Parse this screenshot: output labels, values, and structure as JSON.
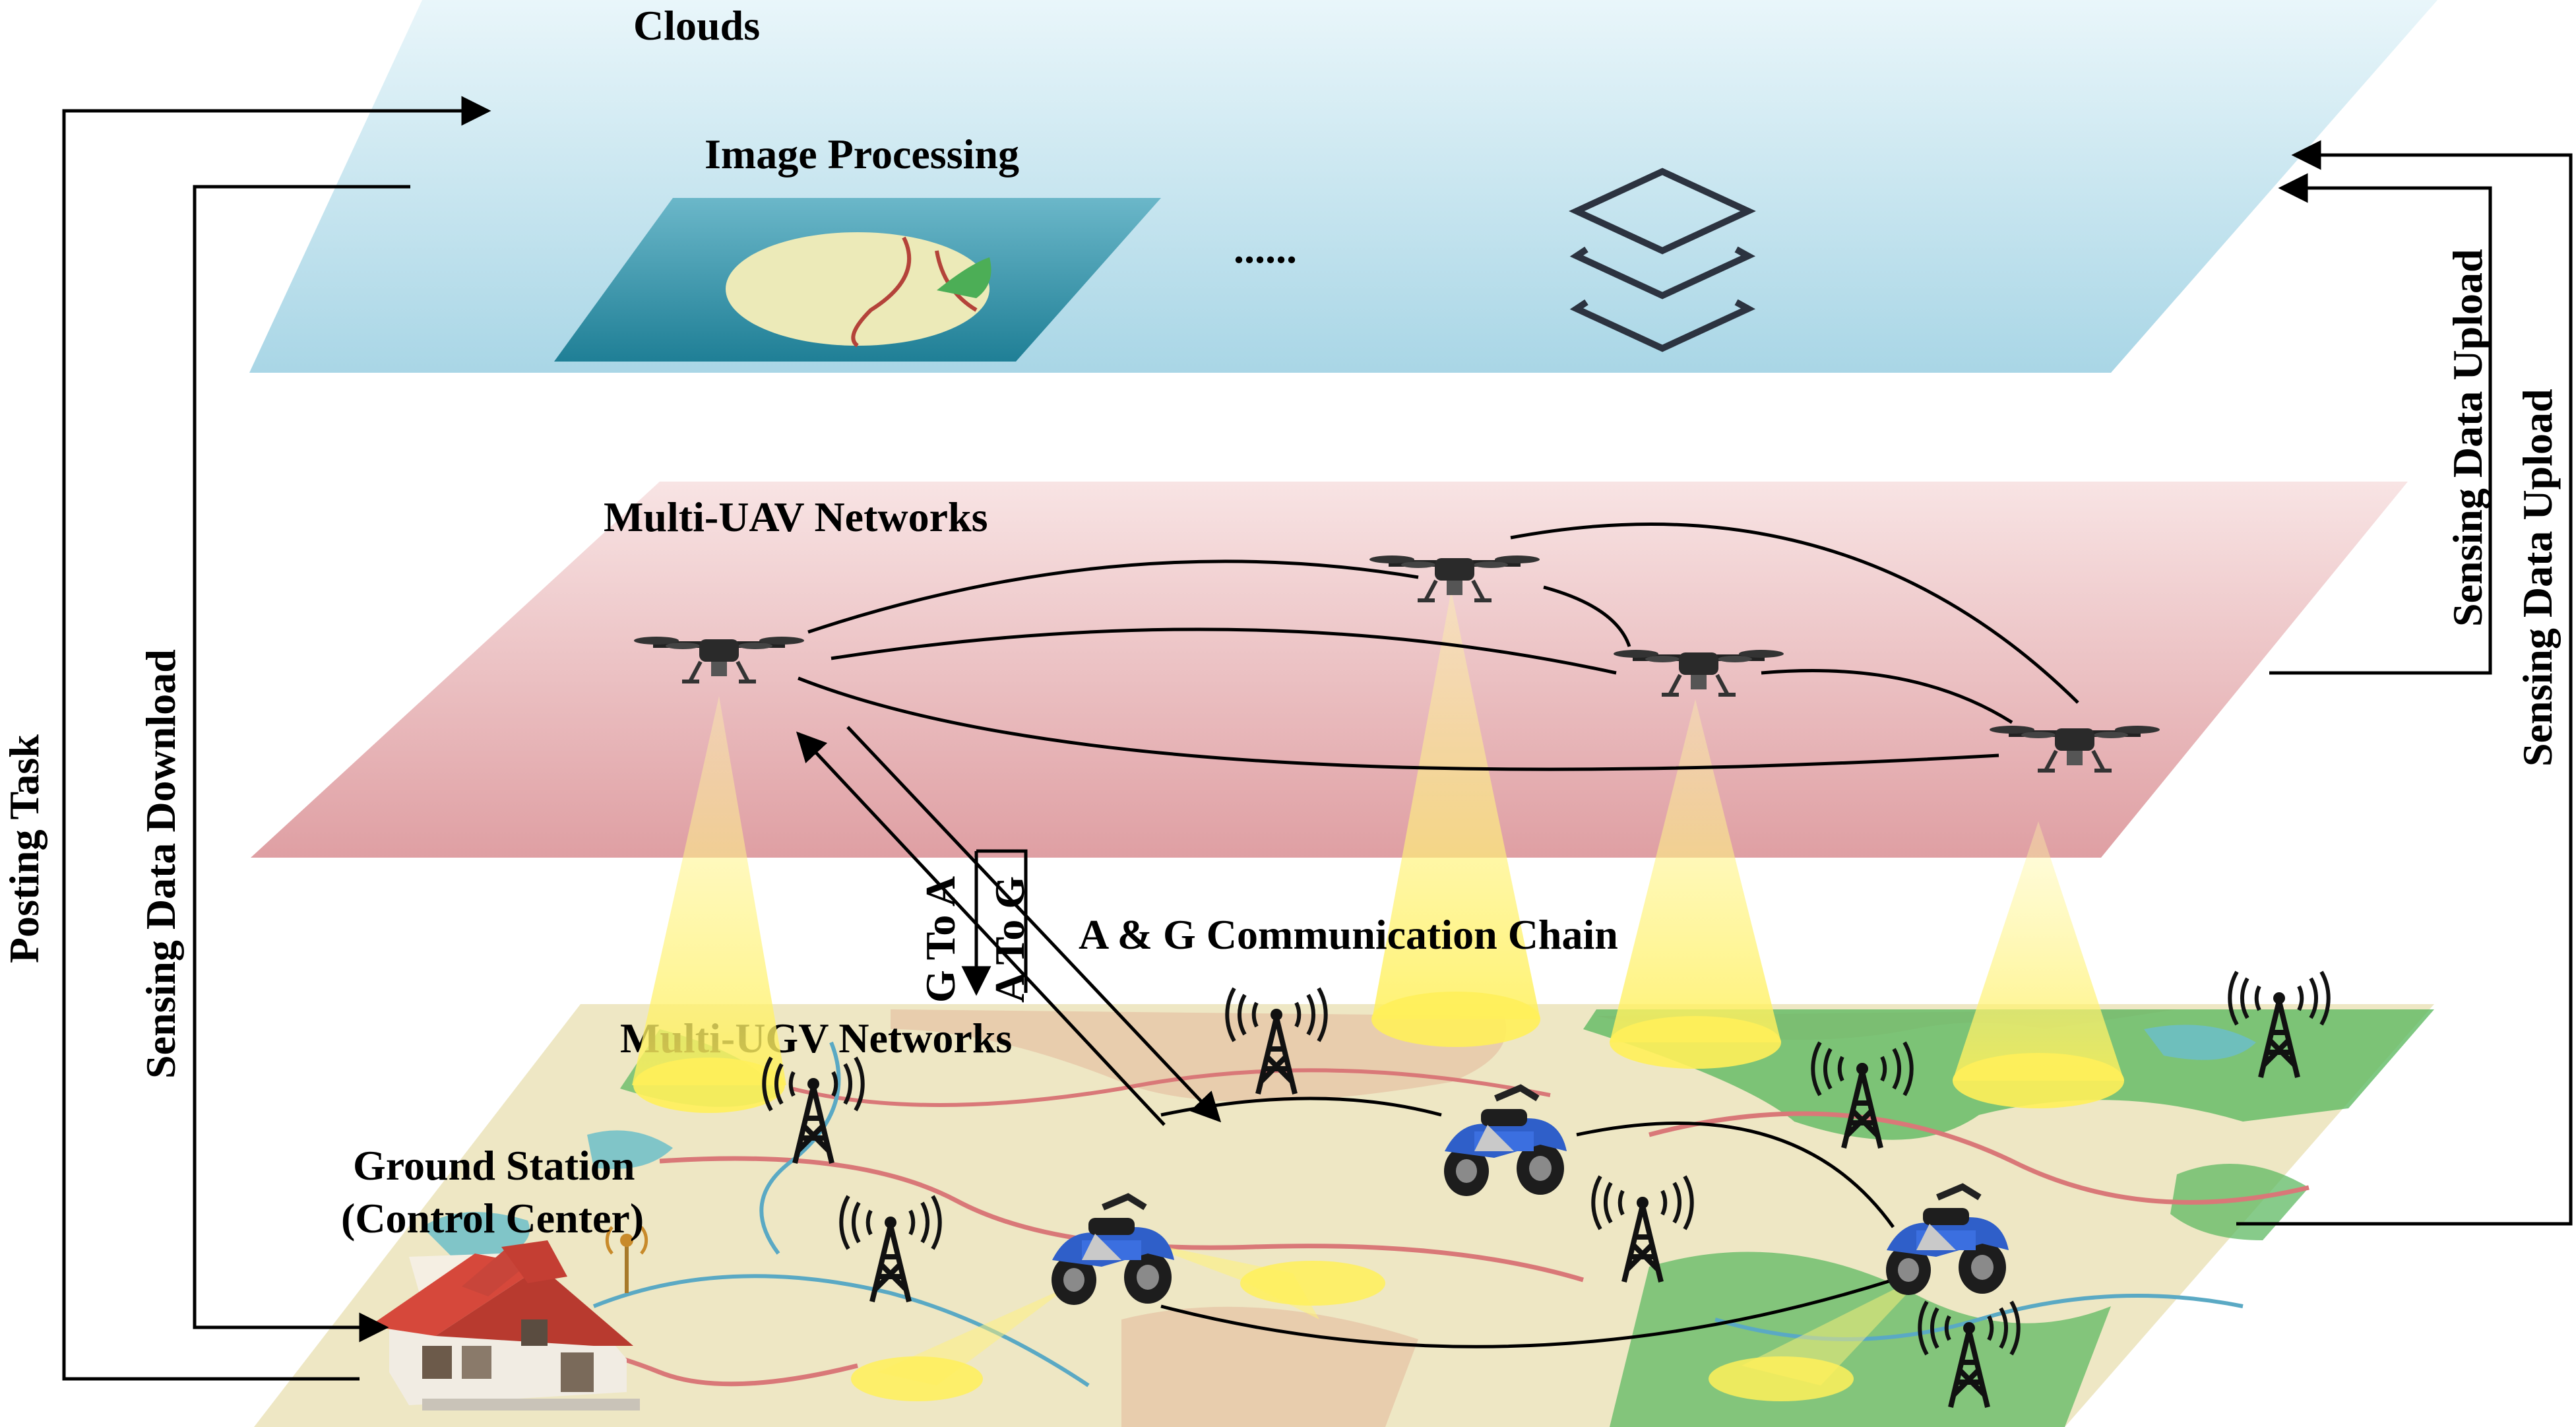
{
  "layers": {
    "clouds": "Clouds",
    "image_processing": "Image Processing",
    "ellipsis": "......",
    "multi_uav": "Multi-UAV Networks",
    "multi_ugv": "Multi-UGV Networks"
  },
  "ground_station": {
    "line1": "Ground Station",
    "line2": "(Control Center)"
  },
  "links": {
    "g_to_a": "G To A",
    "a_to_g": "A To G",
    "chain": "A & G Communication Chain"
  },
  "flows": {
    "posting_task": "Posting Task",
    "sensing_download": "Sensing Data Download",
    "sensing_upload_1": "Sensing Data Upload",
    "sensing_upload_2": "Sensing Data Upload"
  },
  "colors": {
    "cloud_layer": "#bfe2ec",
    "uav_layer": "#e8b6b8",
    "ground_map": "#eee7c4",
    "beam": "#fff27a"
  },
  "icons": [
    "drone-icon",
    "atv-icon",
    "signal-tower-icon",
    "house-icon",
    "layers-icon",
    "map-thumbnail-icon"
  ]
}
